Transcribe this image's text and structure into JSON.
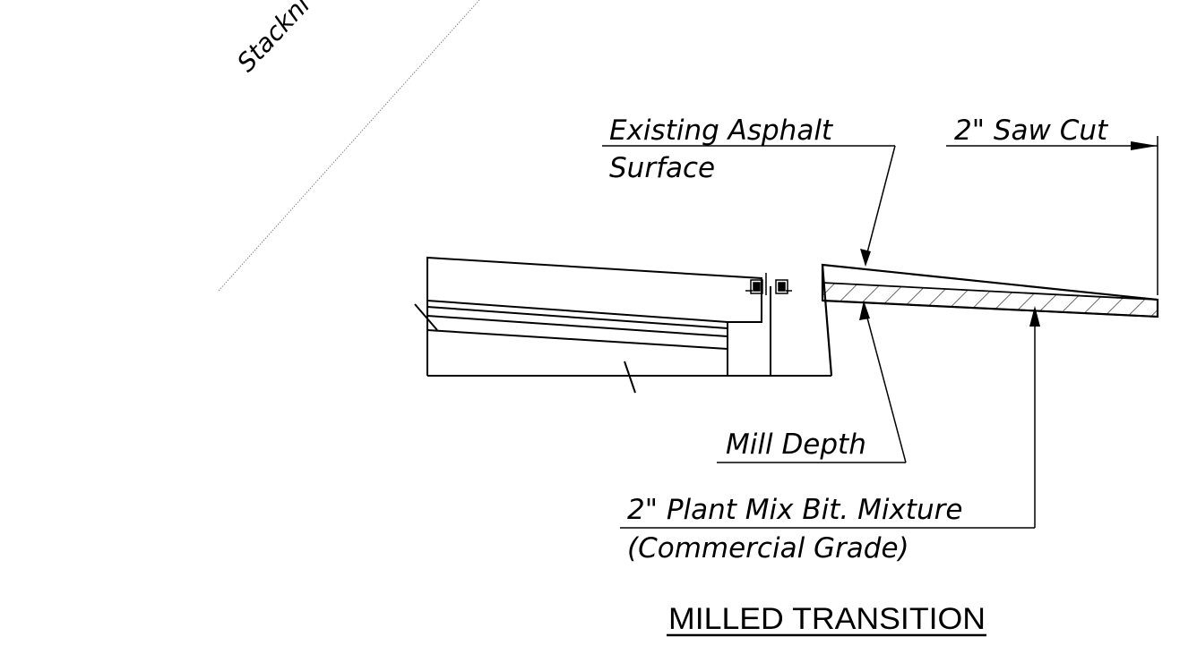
{
  "stamp_text": "Stackni",
  "labels": {
    "existing_asphalt_line1": "Existing Asphalt",
    "existing_asphalt_line2": "Surface",
    "saw_cut": "2\" Saw Cut",
    "mill_depth": "Mill Depth",
    "plant_mix_line1": "2\" Plant Mix Bit. Mixture",
    "plant_mix_line2": "(Commercial Grade)"
  },
  "title": "MILLED TRANSITION",
  "colors": {
    "ink": "#000000",
    "paper": "#ffffff",
    "dotted_line": "#888888"
  }
}
